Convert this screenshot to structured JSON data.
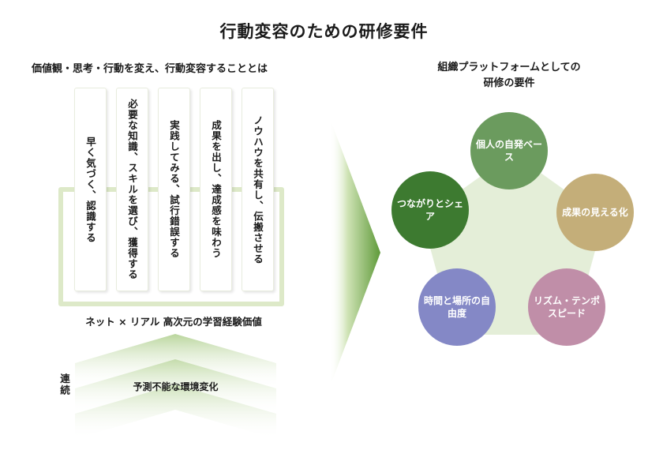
{
  "title": "行動変容のための研修要件",
  "left_heading": "価値観・思考・行動を変え、行動変容することとは",
  "steps": [
    "早く気づく、認識する",
    "必要な知識、スキルを選び、獲得する",
    "実践してみる、試行錯誤する",
    "成果を出し、達成感を味わう",
    "ノウハウを共有し、伝搬させる"
  ],
  "net_label": "ネット × リアル 高次元の学習経験価値",
  "continuous_label": "連続",
  "environment_label": "予測不能な環境変化",
  "right_heading_line1": "組織プラットフォームとしての",
  "right_heading_line2": "研修の要件",
  "requirements": [
    {
      "label": "個人の自発ベース",
      "color": "#6b9b5e"
    },
    {
      "label": "成果の見える化",
      "color": "#c4ae79"
    },
    {
      "label": "リズム・テンポスピード",
      "color": "#c08ea8"
    },
    {
      "label": "時間と場所の自由度",
      "color": "#8488c6"
    },
    {
      "label": "つながりとシェア",
      "color": "#3d7a30"
    }
  ],
  "colors": {
    "pentagon_fill": "#e4eed8",
    "loop_border": "#dde9c8",
    "arrow_green": "#5f9a3a"
  }
}
